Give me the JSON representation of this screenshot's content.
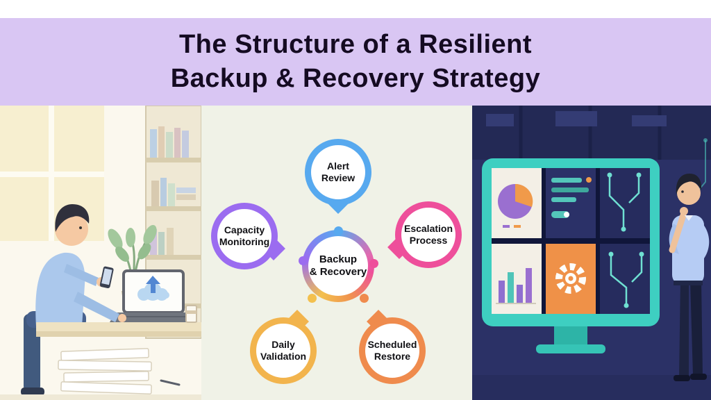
{
  "header": {
    "title_line1": "The Structure of a Resilient",
    "title_line2": "Backup & Recovery Strategy"
  },
  "diagram": {
    "center": {
      "line1": "Backup",
      "line2": "& Recovery"
    },
    "nodes": [
      {
        "label_line1": "Alert",
        "label_line2": "Review",
        "color": "#57a9ef"
      },
      {
        "label_line1": "Capacity",
        "label_line2": "Monitoring",
        "color": "#9b6cf0"
      },
      {
        "label_line1": "Escalation",
        "label_line2": "Process",
        "color": "#ee4f9b"
      },
      {
        "label_line1": "Daily",
        "label_line2": "Validation",
        "color": "#f2b44d"
      },
      {
        "label_line1": "Scheduled",
        "label_line2": "Restore",
        "color": "#ef8b4d"
      }
    ]
  },
  "illustrations": {
    "left": {
      "icons": [
        "cloud-upload-icon",
        "smartphone-icon",
        "laptop-icon",
        "bookshelf",
        "plant",
        "coffee-cup"
      ]
    },
    "right": {
      "icons": [
        "pie-chart-icon",
        "bar-chart-icon",
        "gear-icon",
        "circuit-icon",
        "monitor"
      ]
    }
  },
  "colors": {
    "banner_bg": "#d9c6f3",
    "title_text": "#150b22",
    "center_panel_bg": "#f0f2e7",
    "right_panel_bg": "#2b3166",
    "monitor_frame": "#3ecfc1",
    "node_blue": "#57a9ef",
    "node_purple": "#9b6cf0",
    "node_pink": "#ee4f9b",
    "node_yellow": "#f2b44d",
    "node_orange": "#ef8b4d"
  }
}
